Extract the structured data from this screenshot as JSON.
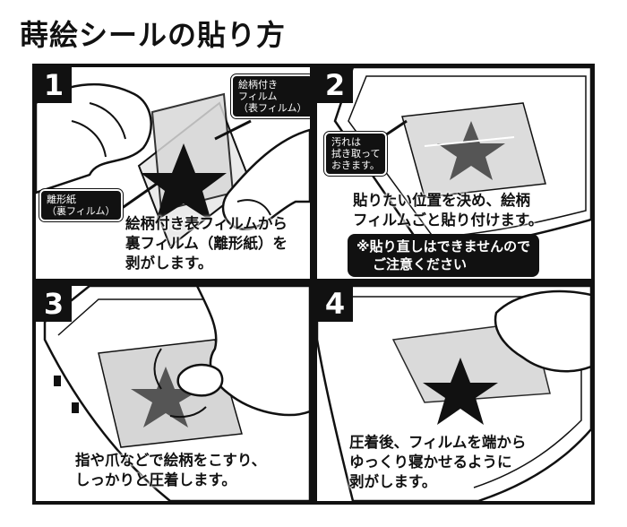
{
  "title": "蒔絵シールの貼り方",
  "steps": [
    {
      "number": "1",
      "labels": [
        "絵柄付き\nフィルム\n（表フィルム）",
        "離形紙\n（裏フィルム）"
      ],
      "caption": [
        "絵柄付き表フィルムから",
        "裏フィルム（離形紙）を",
        "剥がします。"
      ]
    },
    {
      "number": "2",
      "labels": [
        "汚れは\n拭き取って\nおきます。"
      ],
      "caption": [
        "貼りたい位置を決め、絵柄",
        "フィルムごと貼り付けます。"
      ],
      "notice": [
        "※貼り直しはできませんので",
        "ご注意ください"
      ]
    },
    {
      "number": "3",
      "caption": [
        "指や爪などで絵柄をこすり、",
        "しっかりと圧着します。"
      ]
    },
    {
      "number": "4",
      "caption": [
        "圧着後、フィルムを端から",
        "ゆっくり寝かせるように",
        "剥がします。"
      ]
    }
  ],
  "colors": {
    "ink": "#111111",
    "film": "#dddddd",
    "paper": "#ffffff",
    "star": "#222222"
  }
}
